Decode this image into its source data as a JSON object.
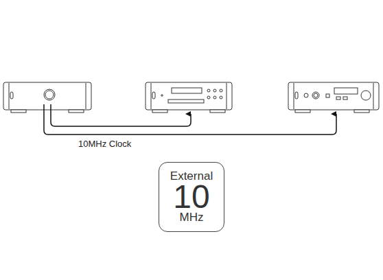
{
  "diagram": {
    "nodes": [
      {
        "text": [
          "External",
          "10",
          "MHz"
        ]
      }
    ],
    "labels": [
      "10MHz Clock"
    ]
  }
}
